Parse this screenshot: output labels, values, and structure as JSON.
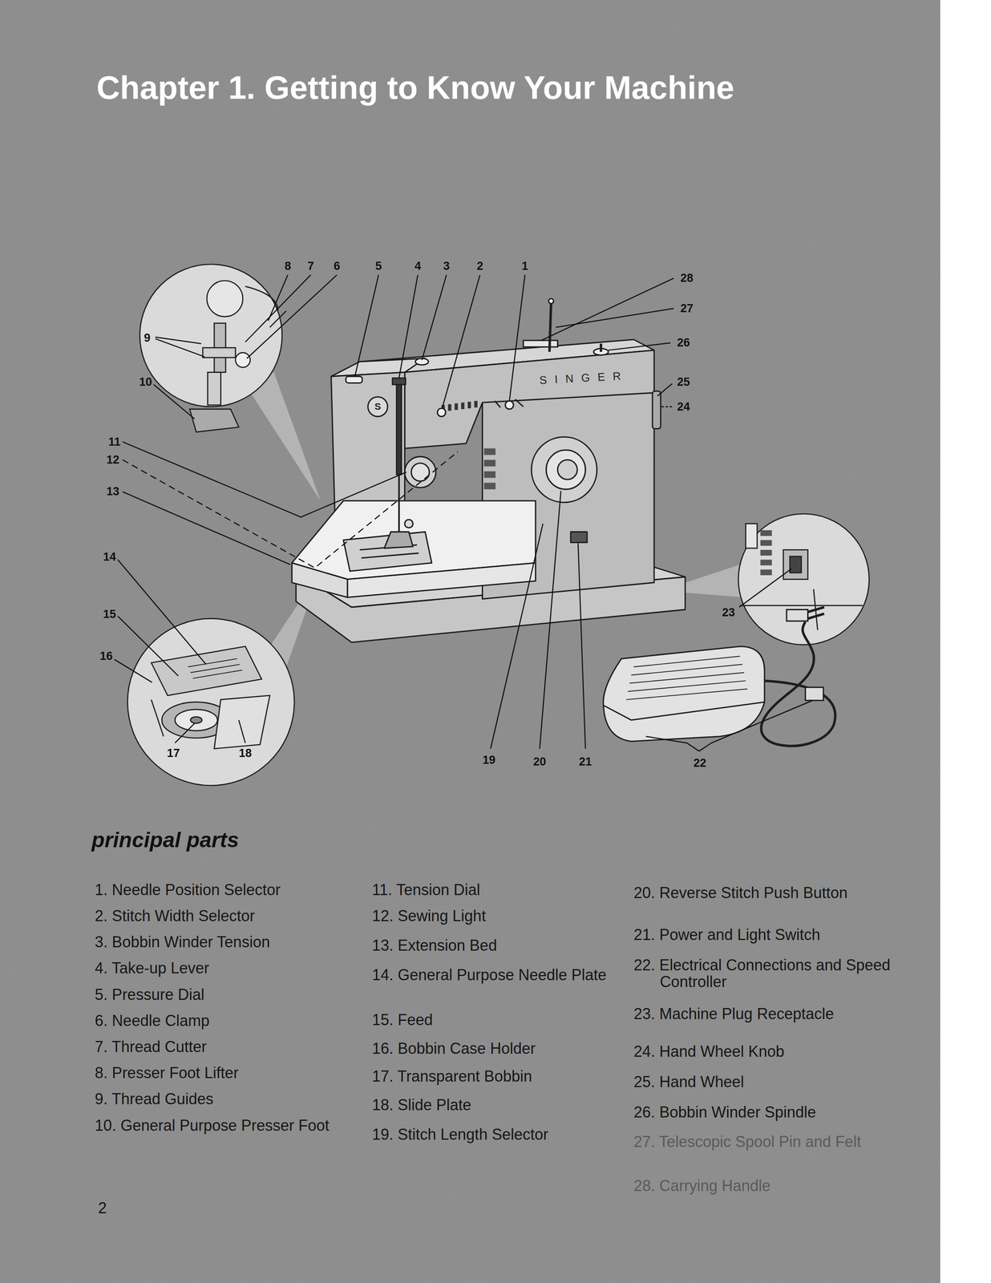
{
  "diagram": {
    "title": "Chapter 1. Getting to Know Your Machine",
    "labels": [
      "8",
      "7",
      "6",
      "5",
      "4",
      "3",
      "2",
      "1",
      "28",
      "27",
      "26",
      "25",
      "24",
      "9",
      "10",
      "11",
      "12",
      "13",
      "14",
      "15",
      "16",
      "17",
      "18",
      "19",
      "20",
      "21",
      "22",
      "23",
      "S",
      "SINGER",
      "principal parts",
      "1. Needle Position Selector",
      "2. Stitch Width Selector",
      "3. Bobbin Winder Tension",
      "4. Take-up Lever",
      "5. Pressure Dial",
      "6. Needle Clamp",
      "7. Thread Cutter",
      "8. Presser Foot Lifter",
      "9. Thread Guides",
      "10. General Purpose Presser Foot",
      "11. Tension Dial",
      "12. Sewing Light",
      "13. Extension Bed",
      "14. General Purpose Needle Plate",
      "15. Feed",
      "16. Bobbin Case Holder",
      "17. Transparent Bobbin",
      "18. Slide Plate",
      "19. Stitch Length Selector",
      "20. Reverse Stitch Push Button",
      "21. Power and Light Switch",
      "22. Electrical Connections and Speed Controller",
      "23. Machine Plug Receptacle",
      "24. Hand Wheel Knob",
      "25. Hand Wheel",
      "26. Bobbin Winder Spindle",
      "27. Telescopic Spool Pin and Felt",
      "28. Carrying Handle",
      "2"
    ]
  }
}
